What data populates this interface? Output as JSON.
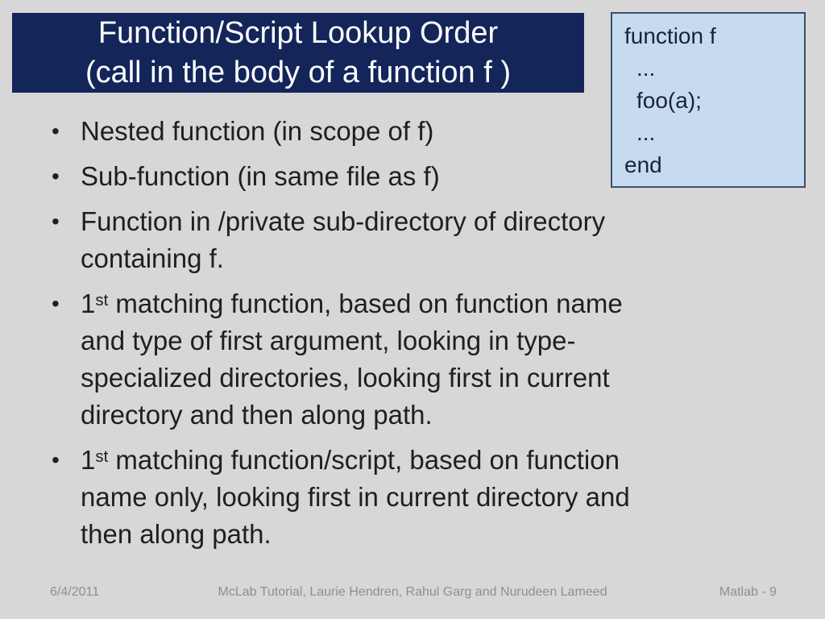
{
  "slide": {
    "background_color": "#D7D7D7"
  },
  "title": {
    "line1": "Function/Script Lookup Order",
    "line2": "(call in the body of a function f )",
    "background_color": "#14255A",
    "text_color": "#FFFFFF"
  },
  "code_box": {
    "background_color": "#C6DBF0",
    "border_color": "#3C4E68",
    "text_color": "#1B2433",
    "lines": [
      {
        "text": "function f",
        "indent": false
      },
      {
        "text": "...",
        "indent": true
      },
      {
        "text": "foo(a);",
        "indent": true
      },
      {
        "text": "...",
        "indent": true
      },
      {
        "text": "end",
        "indent": false
      }
    ]
  },
  "bullets": {
    "marker": "•",
    "items": [
      {
        "lines": [
          "Nested function (in scope of f)"
        ]
      },
      {
        "lines": [
          "Sub-function (in same file as f)"
        ]
      },
      {
        "lines": [
          "Function in /private sub-directory of directory",
          "containing f."
        ]
      },
      {
        "base": "1",
        "sup": "st",
        "lines": [
          " matching function, based on function name",
          "and type of first argument, looking in type-",
          "specialized directories,  looking first in current",
          "directory and then along path."
        ]
      },
      {
        "base": "1",
        "sup": "st",
        "lines": [
          " matching function/script, based on function",
          "name only, looking first in current directory and",
          "then along path."
        ]
      }
    ]
  },
  "footer": {
    "date": "6/4/2011",
    "credits": "McLab Tutorial,  Laurie Hendren, Rahul Garg and Nurudeen Lameed",
    "slide_label": "Matlab - 9"
  }
}
